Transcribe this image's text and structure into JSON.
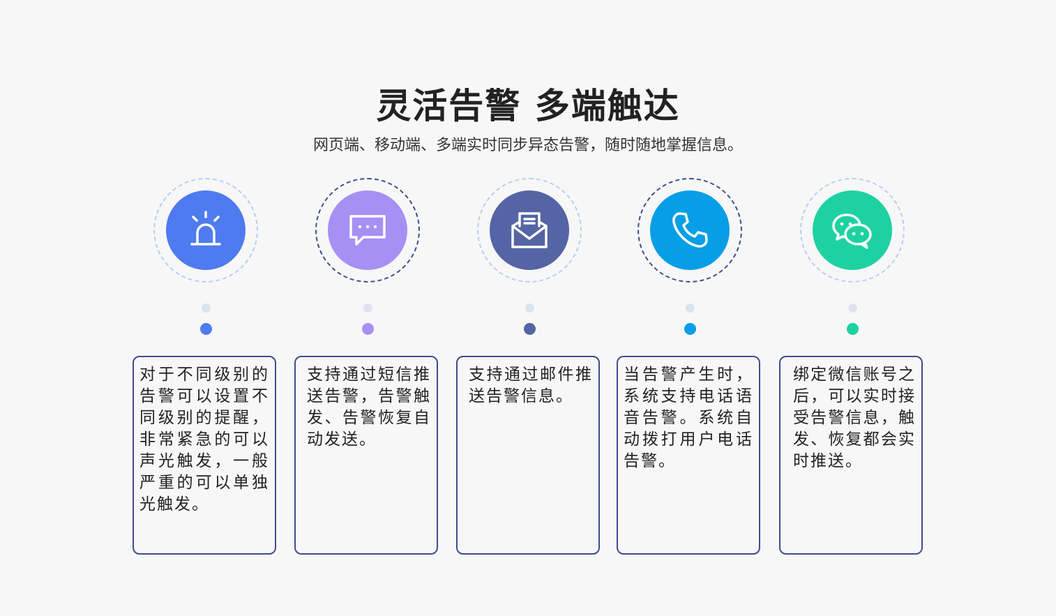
{
  "title": "灵活告警 多端触达",
  "subtitle": "网页端、移动端、多端实时同步异态告警，随时随地掌握信息。",
  "colors": {
    "alarm": "#4f7bf0",
    "sms": "#a690f4",
    "email": "#5564a4",
    "phone": "#069ee6",
    "wechat": "#1dd2a0",
    "card_border": "#3e4d8a",
    "background": "#f7f7f8"
  },
  "channels": [
    {
      "icon": "alarm-light-icon",
      "description": "对于不同级别的告警可以设置不同级别的提醒，非常紧急的可以声光触发，一般严重的可以单独光触发。"
    },
    {
      "icon": "chat-bubble-icon",
      "description": "支持通过短信推送告警，告警触发、告警恢复自动发送。"
    },
    {
      "icon": "mail-icon",
      "description": "支持通过邮件推送告警信息。"
    },
    {
      "icon": "phone-icon",
      "description": "当告警产生时，系统支持电话语音告警。系统自动拨打用户电话告警。"
    },
    {
      "icon": "wechat-icon",
      "description": "绑定微信账号之后，可以实时接受告警信息，触发、恢复都会实时推送。"
    }
  ]
}
